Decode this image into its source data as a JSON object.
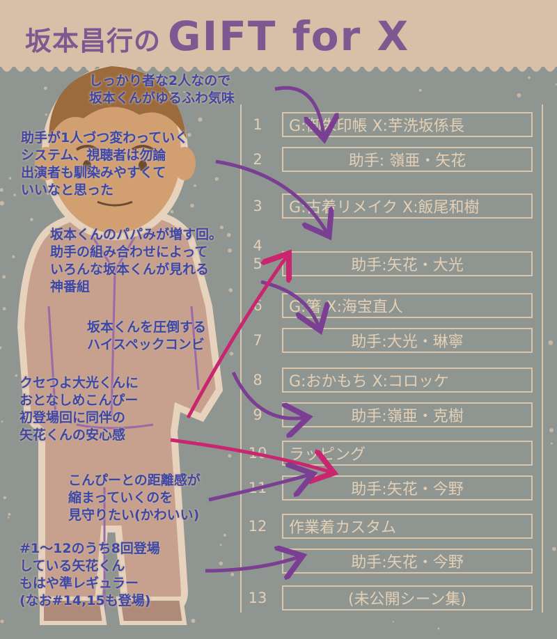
{
  "title": {
    "japanese": "坂本昌行の",
    "english": "GIFT for X"
  },
  "colors": {
    "background": "#8f9590",
    "header": "#d8c0a8",
    "title": "#7e5890",
    "table": "#dcc6ab",
    "annotation": "#3e46a8",
    "arrow_purple": "#7a3f92",
    "arrow_pink": "#c9266f"
  },
  "episodes": [
    {
      "num": "1",
      "text": "G:御朱印帳  X:芋洗坂係長"
    },
    {
      "num": "2",
      "text": "助手:  嶺亜・矢花"
    },
    {
      "num": "3",
      "text": "G:古着リメイク  X:飯尾和樹"
    },
    {
      "num": "4",
      "text": ""
    },
    {
      "num": "5",
      "text": "助手:矢花・大光"
    },
    {
      "num": "6",
      "text": "G:箸  X:海宝直人"
    },
    {
      "num": "7",
      "text": "助手:大光・琳寧"
    },
    {
      "num": "8",
      "text": "G:おかもち  X:コロッケ"
    },
    {
      "num": "9",
      "text": "助手:嶺亜・克樹"
    },
    {
      "num": "10",
      "text": "ラッピング"
    },
    {
      "num": "11",
      "text": "助手:矢花・今野"
    },
    {
      "num": "12",
      "text": "作業着カスタム"
    },
    {
      "num": "",
      "text": "助手:矢花・今野"
    },
    {
      "num": "13",
      "text": "(未公開シーン集)"
    }
  ],
  "notes": [
    {
      "lines": [
        "しっかり者な2人なので",
        "坂本くんがゆるふわ気味"
      ]
    },
    {
      "lines": [
        "助手が1人づつ変わっていく",
        "システム、視聴者は勿論",
        "出演者も馴染みやすくて",
        "いいなと思った"
      ]
    },
    {
      "lines": [
        "坂本くんのパパみが増す回。",
        "助手の組み合わせによって",
        "いろんな坂本くんが見れる",
        "神番組"
      ]
    },
    {
      "lines": [
        "坂本くんを圧倒する",
        "ハイスペックコンビ"
      ]
    },
    {
      "lines": [
        "クセつよ大光くんに",
        "おとなしめこんぴー",
        "初登場回に同伴の",
        "矢花くんの安心感"
      ]
    },
    {
      "lines": [
        "こんぴーとの距離感が",
        "縮まっていくのを",
        "見守りたい(かわいい)"
      ]
    },
    {
      "lines": [
        "#1～12のうち8回登場",
        "している矢花くん",
        "もはや準レギュラー",
        "(なお#14,15も登場)"
      ]
    }
  ]
}
